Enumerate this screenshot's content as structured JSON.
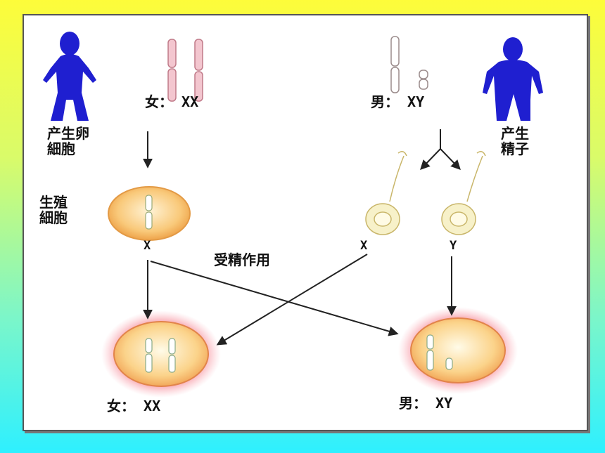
{
  "labels": {
    "female_xx_top": "女： XX",
    "male_xy_top": "男： XY",
    "produce_egg_cell": "产生卵\n細胞",
    "produce_sperm": "产生\n精子",
    "germ_cell": "生殖\n細胞",
    "egg_x": "X",
    "sperm_x": "X",
    "sperm_y": "Y",
    "fertilization": "受精作用",
    "female_xx_bottom": "女： XX",
    "male_xy_bottom": "男： XY"
  },
  "colors": {
    "figure_blue": "#1f1fd0",
    "chromosome_pink": "#f3c6cf",
    "egg_orange": "#f6b85a",
    "zygote_glow": "#f25a6a",
    "sperm_cream": "#f7f1c9"
  }
}
